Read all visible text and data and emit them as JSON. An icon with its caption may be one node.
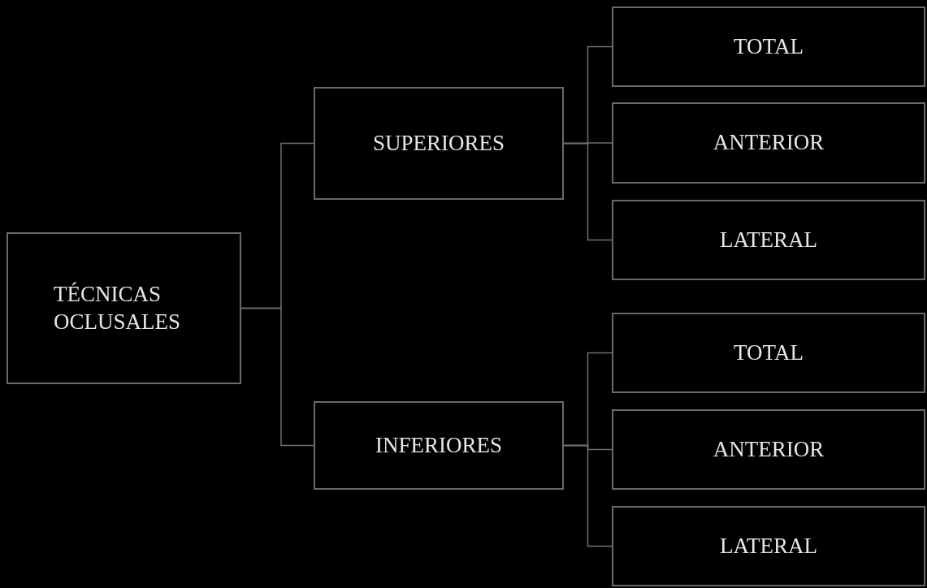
{
  "diagram": {
    "nodes": [
      {
        "text": [
          "TÉCNICAS OCLUSALES"
        ]
      },
      {
        "text": [
          "SUPERIORES"
        ]
      },
      {
        "text": [
          "INFERIORES"
        ]
      },
      {
        "text": [
          "TOTAL"
        ]
      },
      {
        "text": [
          "ANTERIOR"
        ]
      },
      {
        "text": [
          "LATERAL"
        ]
      },
      {
        "text": [
          "TOTAL"
        ]
      },
      {
        "text": [
          "ANTERIOR"
        ]
      },
      {
        "text": [
          "LATERAL"
        ]
      }
    ],
    "edges": [
      {
        "from": 0,
        "to": 1,
        "arrow": "none"
      },
      {
        "from": 0,
        "to": 2,
        "arrow": "none"
      },
      {
        "from": 1,
        "to": 3,
        "arrow": "none"
      },
      {
        "from": 1,
        "to": 4,
        "arrow": "none"
      },
      {
        "from": 1,
        "to": 5,
        "arrow": "none"
      },
      {
        "from": 2,
        "to": 6,
        "arrow": "none"
      },
      {
        "from": 2,
        "to": 7,
        "arrow": "none"
      },
      {
        "from": 2,
        "to": 8,
        "arrow": "none"
      }
    ]
  }
}
